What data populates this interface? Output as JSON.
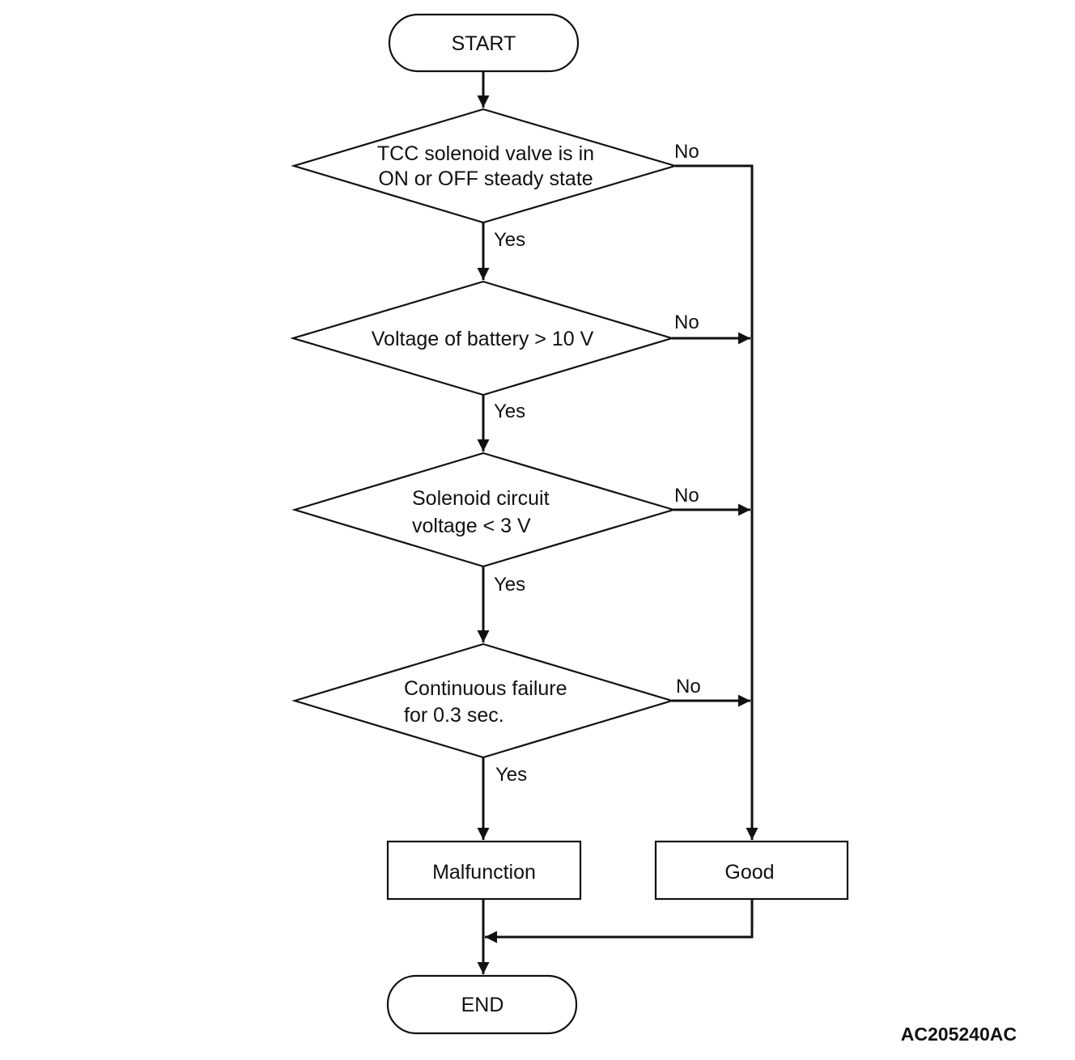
{
  "flowchart": {
    "start": "START",
    "decisions": [
      {
        "line1": "TCC solenoid valve is in",
        "line2": "ON or OFF steady state",
        "yes_label": "Yes",
        "no_label": "No"
      },
      {
        "line1": "Voltage of battery > 10 V",
        "yes_label": "Yes",
        "no_label": "No"
      },
      {
        "line1": "Solenoid circuit",
        "line2": "voltage < 3 V",
        "yes_label": "Yes",
        "no_label": "No"
      },
      {
        "line1": "Continuous failure",
        "line2": "for 0.3 sec.",
        "yes_label": "Yes",
        "no_label": "No"
      }
    ],
    "malfunction": "Malfunction",
    "good": "Good",
    "end": "END"
  },
  "figure_id": "AC205240AC"
}
